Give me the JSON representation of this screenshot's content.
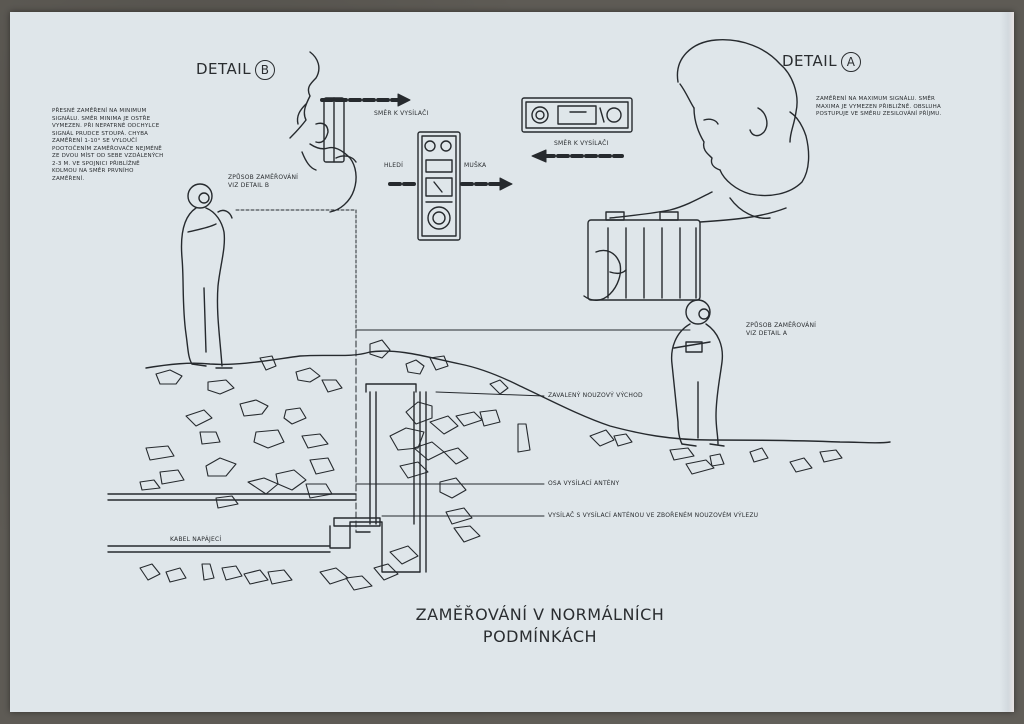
{
  "detail_b": {
    "label": "DETAIL",
    "letter": "B"
  },
  "detail_a": {
    "label": "DETAIL",
    "letter": "A"
  },
  "note_left": "Přesné zaměření na minimum signálu. Směr minima je ostře vymezen. Při nepatrné odchylce signál prudce stoupá. Chyba zaměření 1-10° se vyloučí pootočením zaměřovače nejméně ze dvou míst od sebe vzdálených 2-3 m. Ve spojnici přiblížně kolmou na směr prvního zaměření.",
  "note_right": "Zaměření na maximum signálu. Směr maxima je vymezen přibližně. Obsluha postupuje ve směru zesilování příjmu.",
  "labels": {
    "smer_k_vysilaci_top": "Směr k vysílači",
    "smer_k_vysilaci_mid": "Směr k vysílači",
    "hledi": "Hledí",
    "muska": "Muška",
    "zpusob_b": "Způsob zaměřování viz detail B",
    "zpusob_a": "Způsob zaměřování viz detail A",
    "zavaleny": "Zavalený nouzový východ",
    "osa": "Osa vysílací antény",
    "vysilac": "Vysílač s vysílací anténou ve zbořeném nouzovém výlezu",
    "kabel": "Kabel napájecí"
  },
  "title": {
    "line1": "ZAMĚŘOVÁNÍ V NORMÁLNÍCH",
    "line2": "PODMÍNKÁCH"
  }
}
